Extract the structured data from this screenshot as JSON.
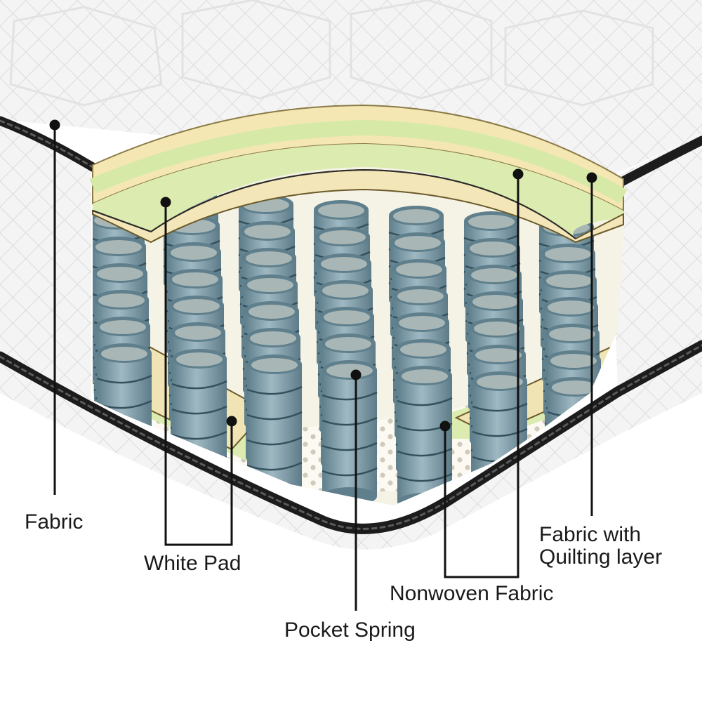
{
  "labels": {
    "fabric": "Fabric",
    "white_pad": "White Pad",
    "pocket_spring": "Pocket Spring",
    "nonwoven_fabric": "Nonwoven Fabric",
    "fabric_quilting_line1": "Fabric with",
    "fabric_quilting_line2": "Quilting layer"
  },
  "colors": {
    "fabric_white": "#f2f2f2",
    "piping_black": "#1c1c1c",
    "white_pad_cream": "#f3e6b8",
    "quilting_green": "#dcecb0",
    "spring_blue": "#7f9ca8",
    "spring_top": "#a8b6b6",
    "foam_dots": "#c9c4b6"
  }
}
